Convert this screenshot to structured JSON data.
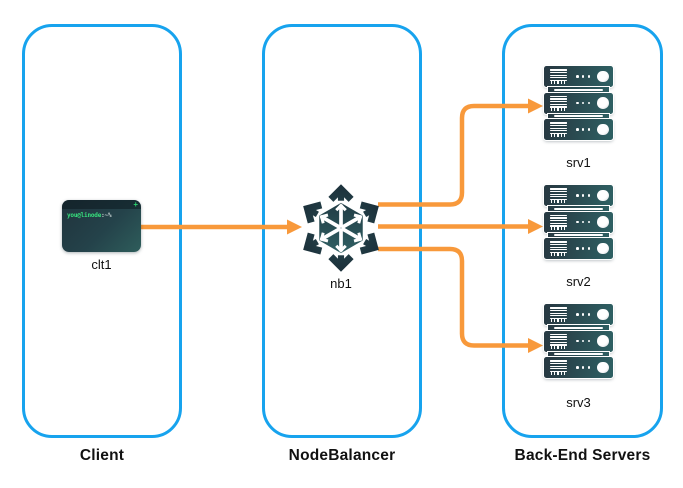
{
  "diagram": {
    "columns": [
      {
        "label": "Client"
      },
      {
        "label": "NodeBalancer"
      },
      {
        "label": "Back-End Servers"
      }
    ],
    "nodes": {
      "clt1": {
        "label": "clt1",
        "icon": "terminal-icon"
      },
      "nb1": {
        "label": "nb1",
        "icon": "nodebalancer-icon"
      },
      "srv1": {
        "label": "srv1",
        "icon": "server-stack-icon"
      },
      "srv2": {
        "label": "srv2",
        "icon": "server-stack-icon"
      },
      "srv3": {
        "label": "srv3",
        "icon": "server-stack-icon"
      }
    },
    "terminal": {
      "prompt_user": "you@linode",
      "prompt_path": ":~%",
      "window_button": "+"
    },
    "connections": [
      {
        "from": "clt1",
        "to": "nb1"
      },
      {
        "from": "nb1",
        "to": "srv1"
      },
      {
        "from": "nb1",
        "to": "srv2"
      },
      {
        "from": "nb1",
        "to": "srv3"
      }
    ],
    "colors": {
      "column_border": "#17a3ee",
      "arrow": "#f8993b",
      "icon_gradient_dark": "#1d323c",
      "icon_gradient_teal": "#346a6c",
      "terminal_prompt_green": "#37e17d",
      "label_text": "#111111"
    }
  }
}
